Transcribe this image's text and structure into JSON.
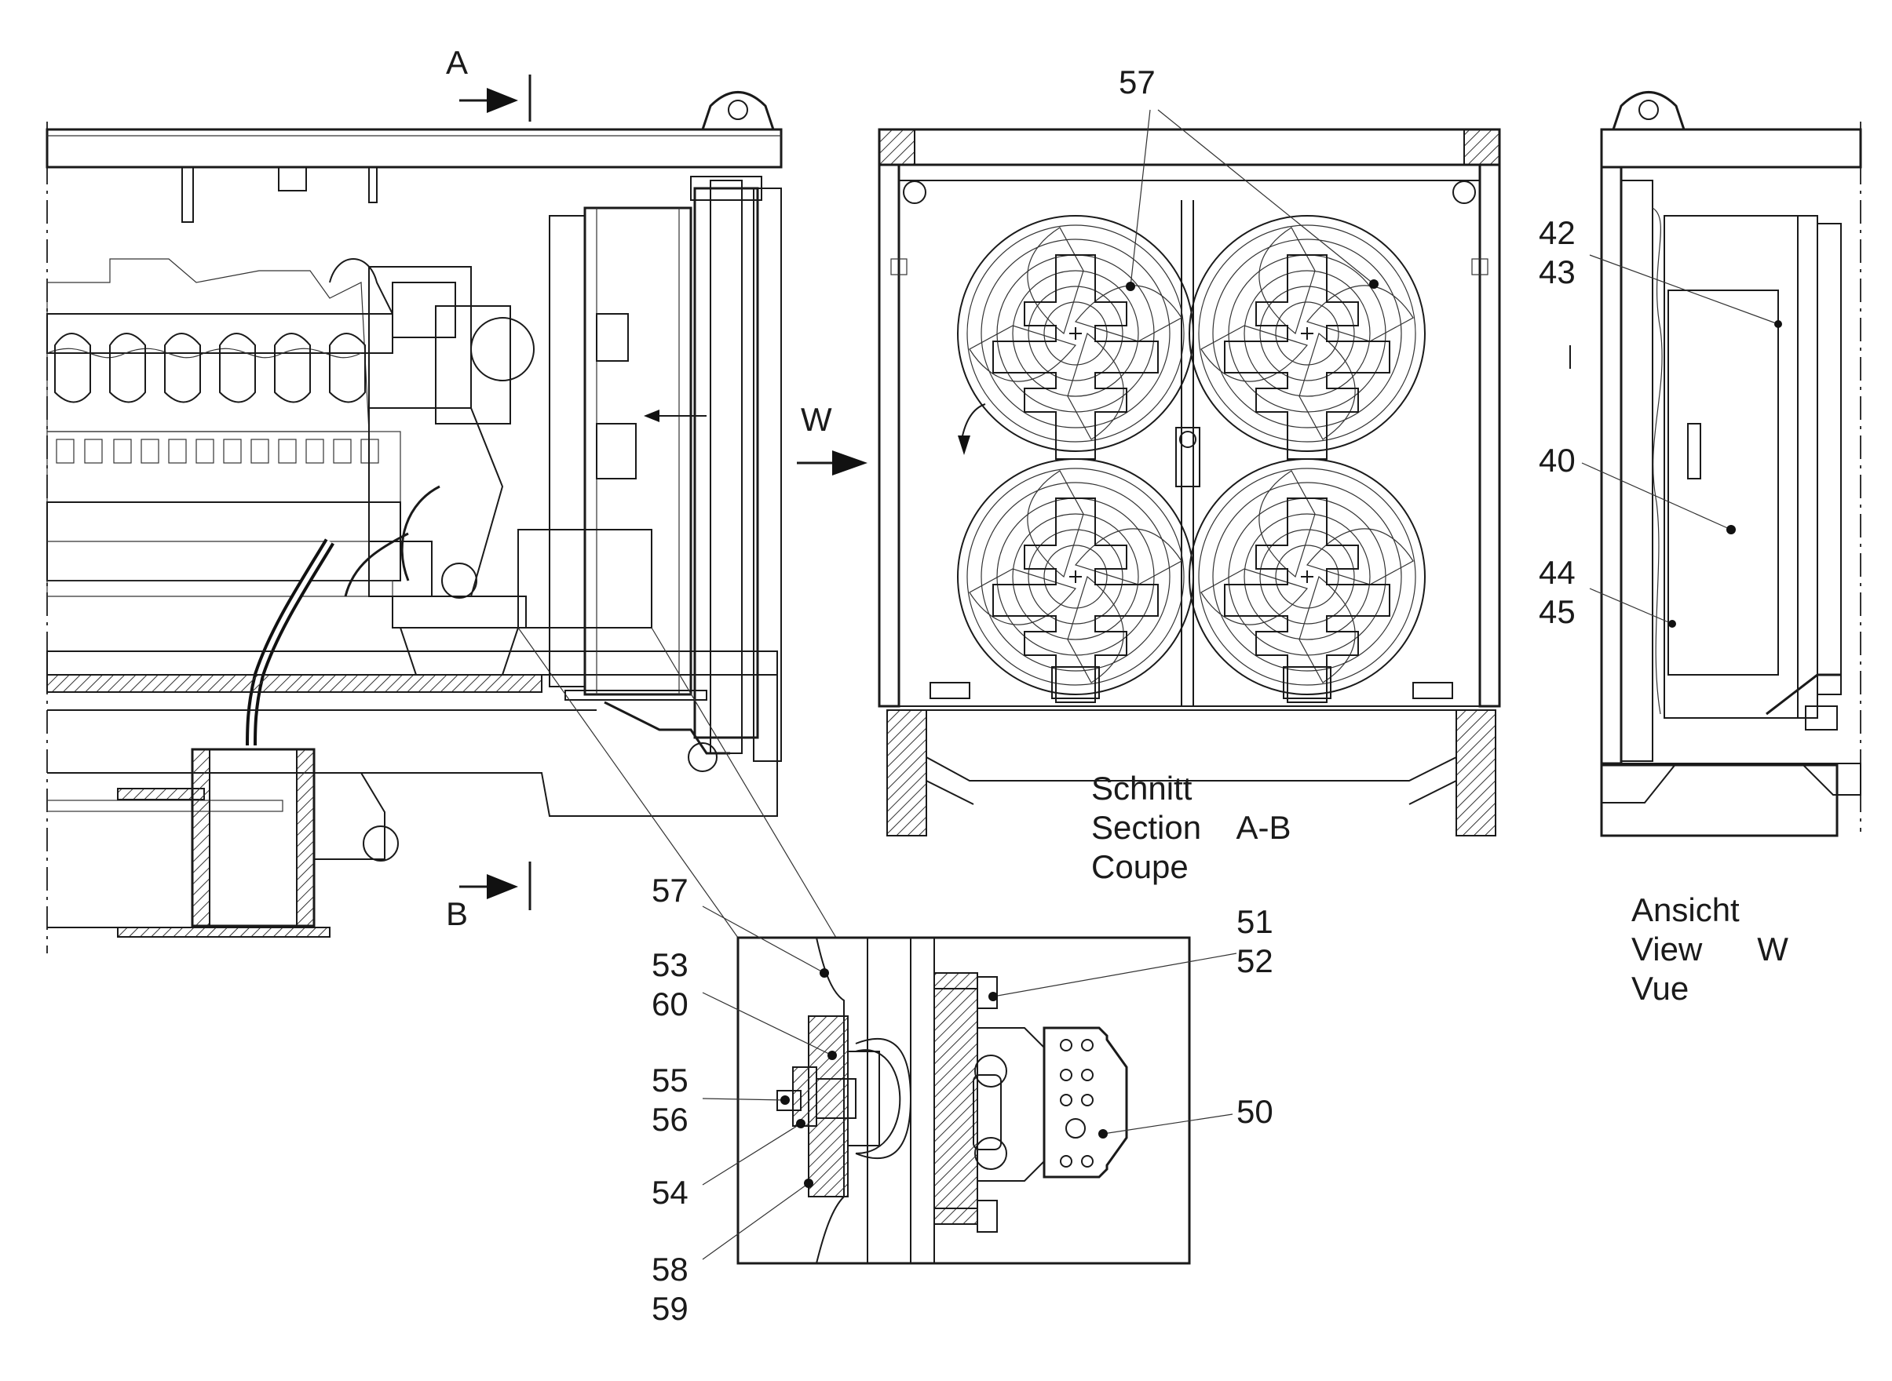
{
  "section_marks": {
    "top": "A",
    "bottom": "B",
    "view_arrow": "W"
  },
  "callouts": {
    "c57_top": "57",
    "c42_43": "42\n43",
    "c40": "40",
    "c44_45": "44\n45",
    "c57_detail": "57",
    "c53_60": "53\n60",
    "c55_56": "55\n56",
    "c54": "54",
    "c58_59": "58\n59",
    "c51_52": "51\n52",
    "c50": "50"
  },
  "captions": {
    "section": "Schnitt\nSection    A-B\nCoupe",
    "view": "Ansicht\nView      W\nVue"
  }
}
